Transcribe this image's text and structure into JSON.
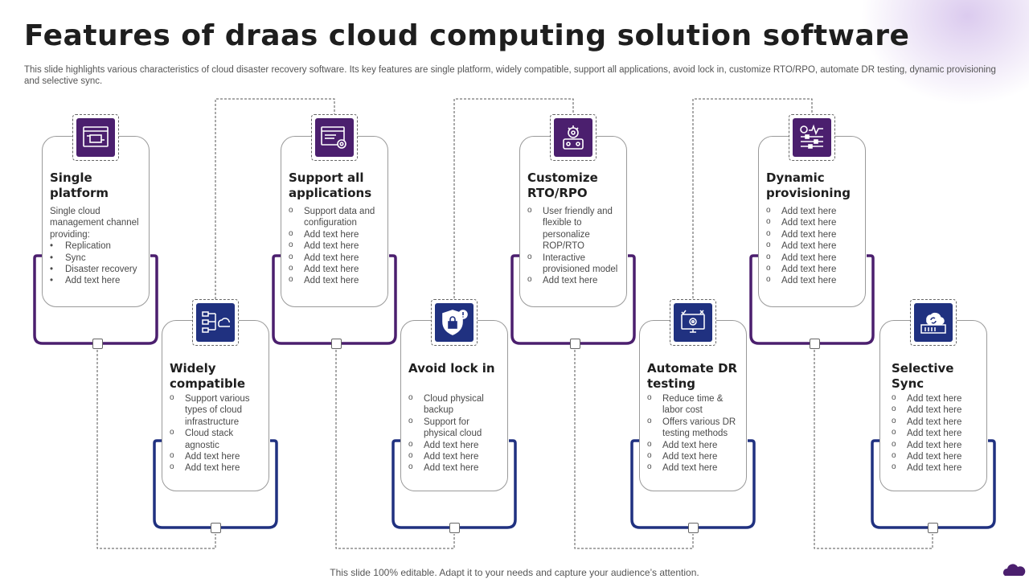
{
  "title": "Features of draas cloud computing solution software",
  "subtitle": "This slide highlights various characteristics of cloud disaster recovery software. Its key features are single platform, widely compatible, support all applications, avoid lock in, customize RTO/RPO, automate DR testing, dynamic provisioning and selective sync.",
  "footer": "This slide 100% editable. Adapt it to your needs and capture your audience’s attention.",
  "colors": {
    "purple": "#4b1f6e",
    "blue": "#203180"
  },
  "cards": [
    {
      "title": "Single platform",
      "icon": "platform-icon",
      "intro": "Single cloud management channel providing:",
      "items": [
        "Replication",
        "Sync",
        "Disaster recovery",
        "Add text here"
      ]
    },
    {
      "title": "Widely compatible",
      "icon": "network-cloud-icon",
      "items": [
        "Support various types of cloud infrastructure",
        "Cloud stack agnostic",
        "Add text here",
        "Add text here"
      ]
    },
    {
      "title": "Support all applications",
      "icon": "app-settings-icon",
      "items": [
        "Support data and configuration",
        "Add text here",
        "Add text here",
        "Add text here",
        "Add text here",
        "Add text here"
      ]
    },
    {
      "title": "Avoid lock in",
      "icon": "shield-lock-icon",
      "items": [
        "Cloud physical backup",
        "Support for physical cloud",
        "Add text here",
        "Add text here",
        "Add text here"
      ]
    },
    {
      "title": "Customize RTO/RPO",
      "icon": "customize-gear-icon",
      "items": [
        "User friendly and flexible to personalize ROP/RTO",
        "Interactive provisioned model",
        "Add text here"
      ]
    },
    {
      "title": "Automate DR testing",
      "icon": "monitor-gear-icon",
      "items": [
        "Reduce time & labor cost",
        "Offers various DR testing methods",
        "Add text here",
        "Add text here",
        "Add text here"
      ]
    },
    {
      "title": "Dynamic provisioning",
      "icon": "sliders-dollar-icon",
      "items": [
        "Add text here",
        "Add text here",
        "Add text here",
        "Add text here",
        "Add text here",
        "Add text here",
        "Add text here"
      ]
    },
    {
      "title": "Selective Sync",
      "icon": "cloud-sync-icon",
      "items": [
        "Add text here",
        "Add text here",
        "Add text here",
        "Add text here",
        "Add text here",
        "Add text here",
        "Add text here"
      ]
    }
  ]
}
